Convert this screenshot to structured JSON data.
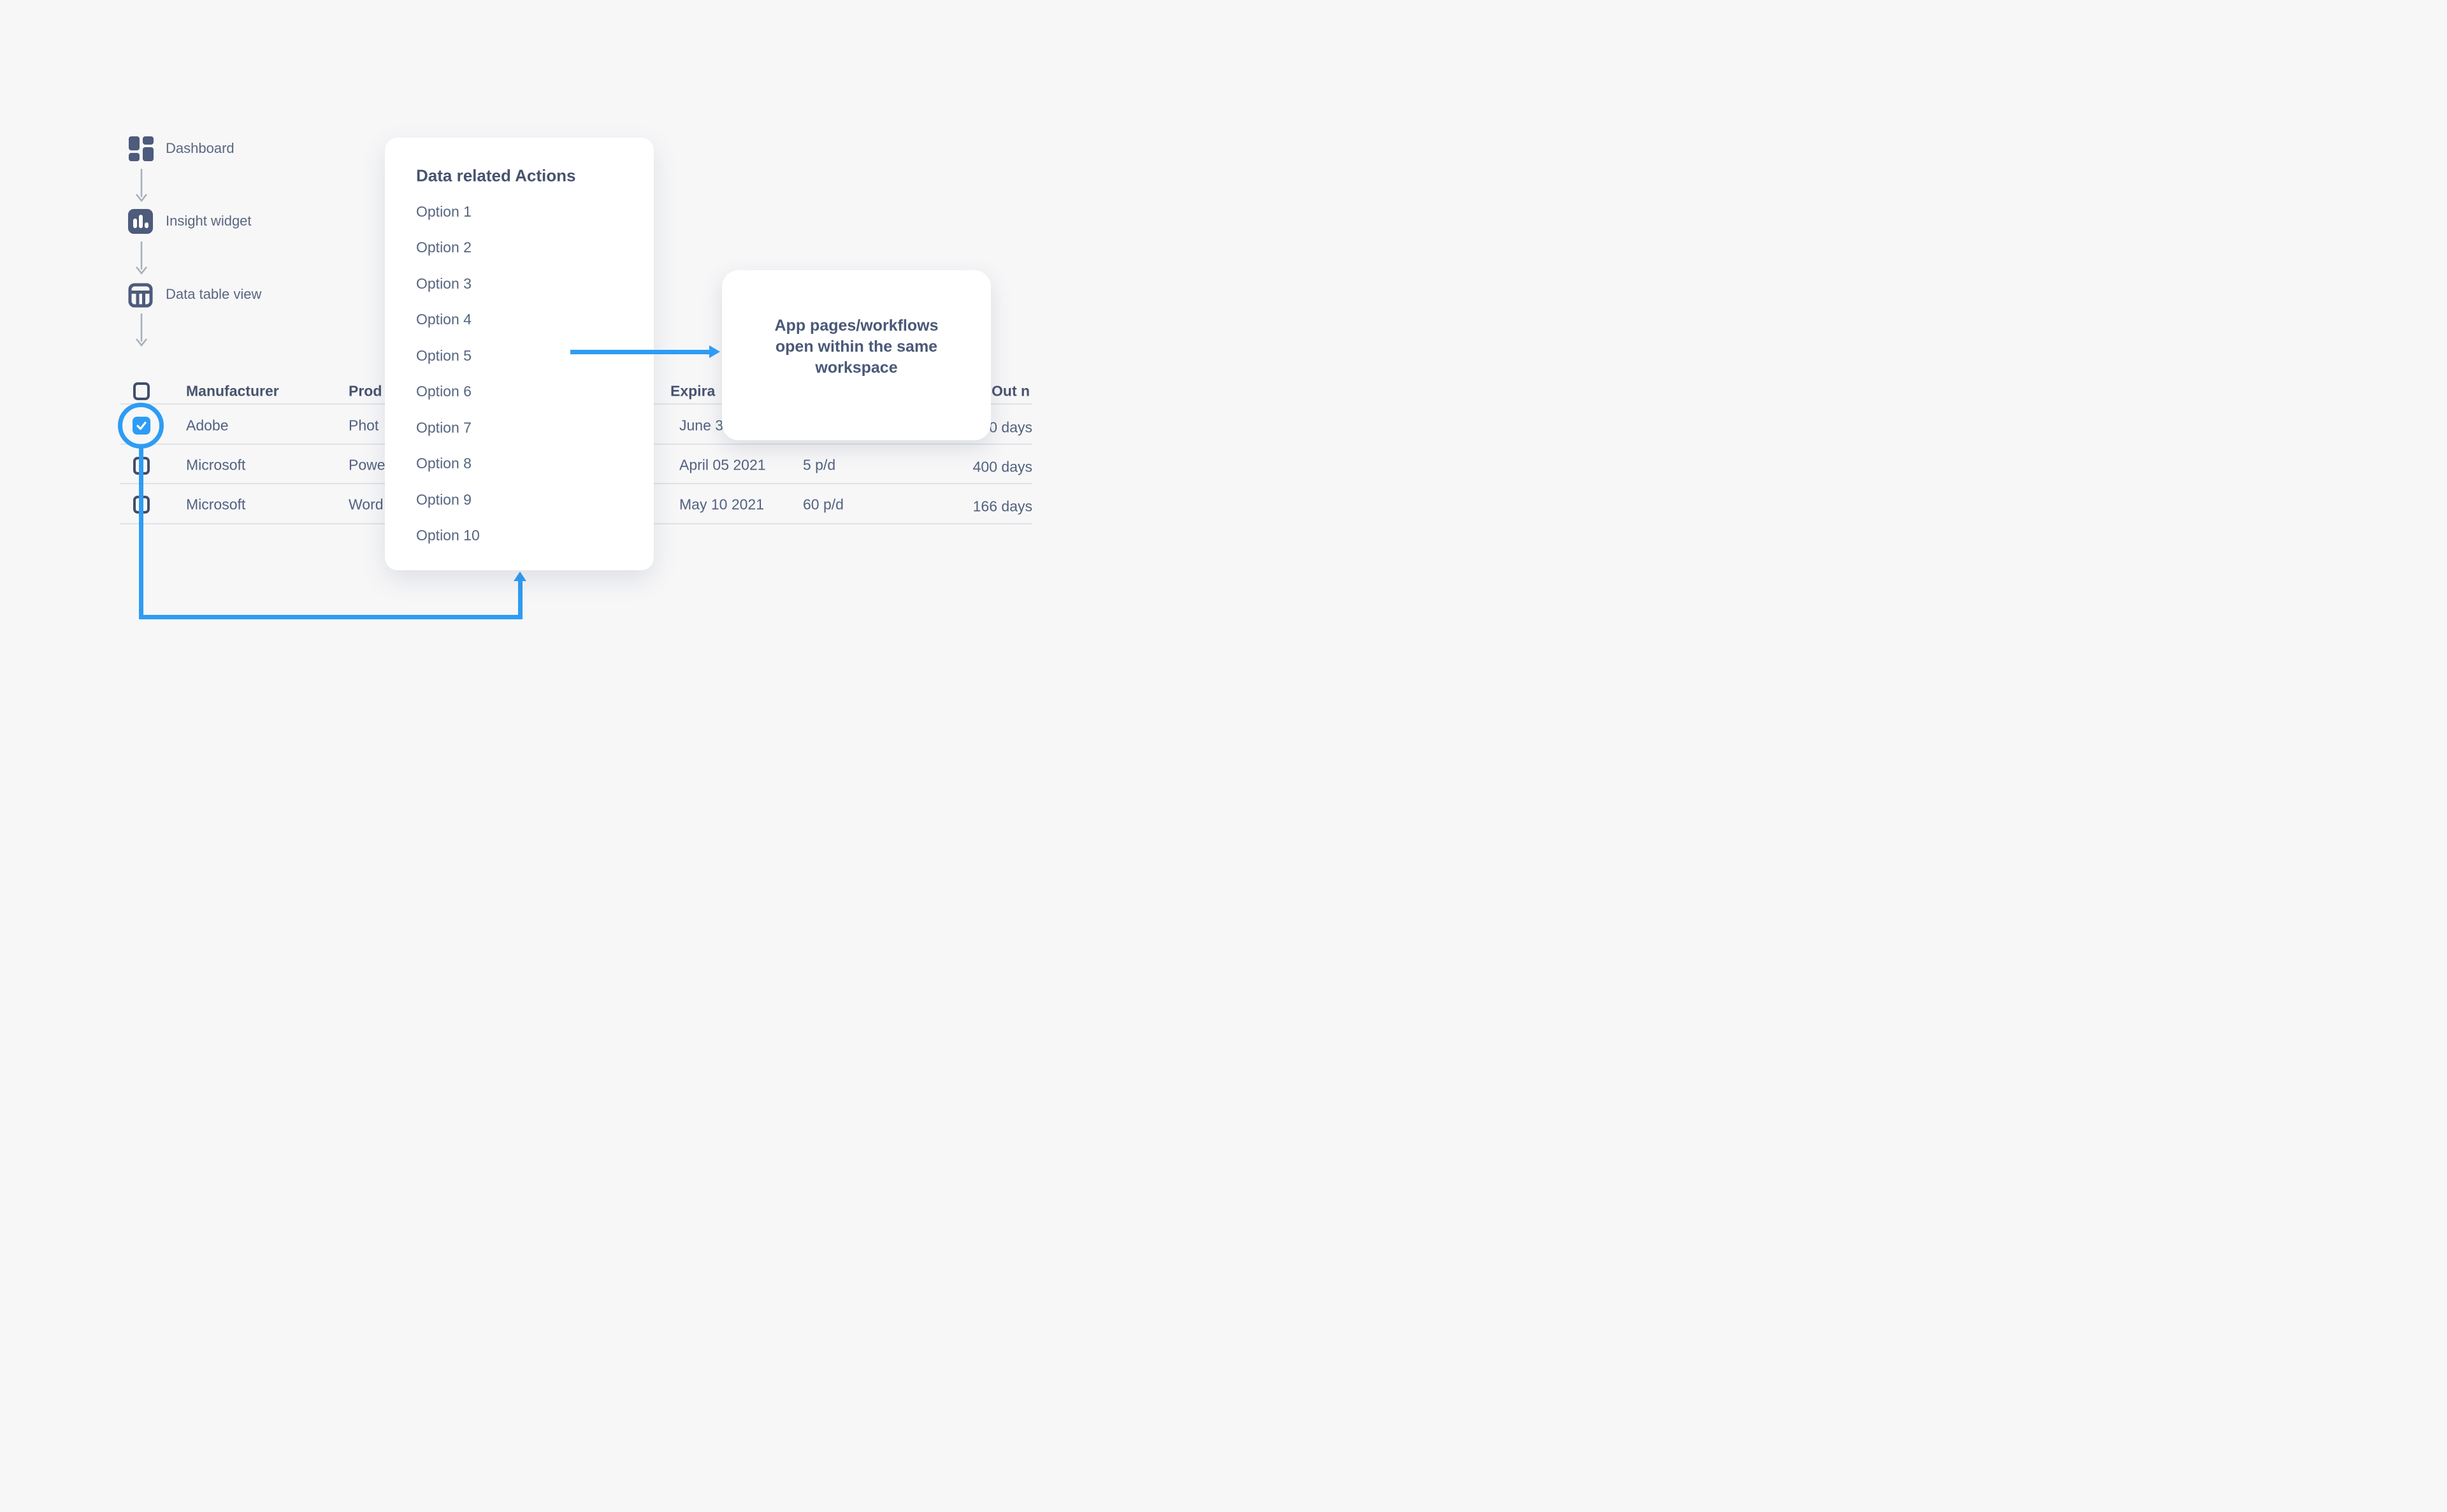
{
  "colors": {
    "background": "#F7F7F8",
    "accent_blue": "#2E9CF4",
    "dark_slate": "#47536E",
    "text_slate": "#52617E",
    "arrow_gray": "#A8AFBE",
    "separator": "#DFE2E7"
  },
  "flow": {
    "steps": [
      {
        "icon": "dashboard-icon",
        "label": "Dashboard"
      },
      {
        "icon": "insight-widget-icon",
        "label": "Insight widget"
      },
      {
        "icon": "data-table-icon",
        "label": "Data table view"
      }
    ]
  },
  "table": {
    "headers": {
      "manufacturer": "Manufacturer",
      "product": "Prod",
      "expiration": "Expira",
      "out": "Out n"
    },
    "rows": [
      {
        "manufacturer": "Adobe",
        "product": "Phot",
        "expiration": "June 3",
        "per_day": "",
        "days": "0 days",
        "checked": true
      },
      {
        "manufacturer": "Microsoft",
        "product": "Powe",
        "expiration": "April 05 2021",
        "per_day": "5 p/d",
        "days": "400 days",
        "checked": false
      },
      {
        "manufacturer": "Microsoft",
        "product": "Word",
        "expiration": "May 10 2021",
        "per_day": "60 p/d",
        "days": "166 days",
        "checked": false
      }
    ]
  },
  "popup": {
    "title": "Data related Actions",
    "options": [
      "Option 1",
      "Option 2",
      "Option 3",
      "Option 4",
      "Option 5",
      "Option 6",
      "Option 7",
      "Option 8",
      "Option 9",
      "Option 10"
    ]
  },
  "tooltip": {
    "lines": [
      "App pages/workflows",
      "open within the same",
      "workspace"
    ]
  }
}
